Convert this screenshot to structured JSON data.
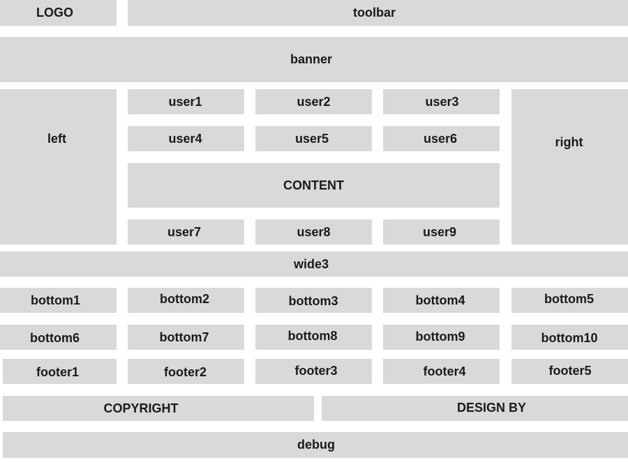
{
  "colors": {
    "block_fill": "#d9d9d9",
    "background": "#ffffff",
    "text": "#1a1a1a"
  },
  "header": {
    "logo": "LOGO",
    "toolbar": "toolbar"
  },
  "banner": "banner",
  "sidebars": {
    "left": "left",
    "right": "right"
  },
  "user_modules": {
    "user1": "user1",
    "user2": "user2",
    "user3": "user3",
    "user4": "user4",
    "user5": "user5",
    "user6": "user6",
    "user7": "user7",
    "user8": "user8",
    "user9": "user9"
  },
  "content": "CONTENT",
  "wide3": "wide3",
  "bottom_modules": {
    "bottom1": "bottom1",
    "bottom2": "bottom2",
    "bottom3": "bottom3",
    "bottom4": "bottom4",
    "bottom5": "bottom5",
    "bottom6": "bottom6",
    "bottom7": "bottom7",
    "bottom8": "bottom8",
    "bottom9": "bottom9",
    "bottom10": "bottom10"
  },
  "footer_modules": {
    "footer1": "footer1",
    "footer2": "footer2",
    "footer3": "footer3",
    "footer4": "footer4",
    "footer5": "footer5"
  },
  "copyright": "COPYRIGHT",
  "design_by": "DESIGN BY",
  "debug": "debug"
}
